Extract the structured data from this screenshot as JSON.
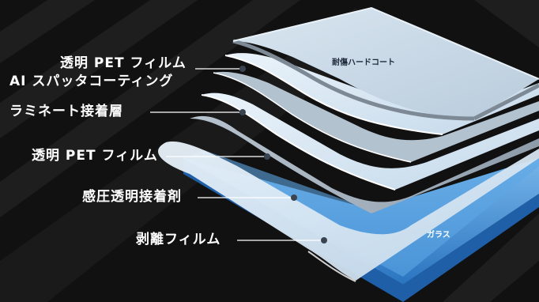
{
  "layers": {
    "hardcoat": "耐傷ハードコート",
    "pet_ai": [
      "透明 PET フィルム",
      "AI スパッタコーティング"
    ],
    "laminate": "ラミネート接着層",
    "pet": "透明 PET フィルム",
    "adhesive": "感圧透明接着剤",
    "release": "剥離フィルム",
    "glass": "ガラス"
  },
  "colors": {
    "background": "#111111",
    "chevron": "#1f1f1f",
    "glass": "#3f8fd6",
    "film": "#dce9f3",
    "laminate": "#a9b6c2",
    "hardcoat": "#c8d6e2",
    "leader": "#ffffff",
    "dot": "#3a4450"
  }
}
